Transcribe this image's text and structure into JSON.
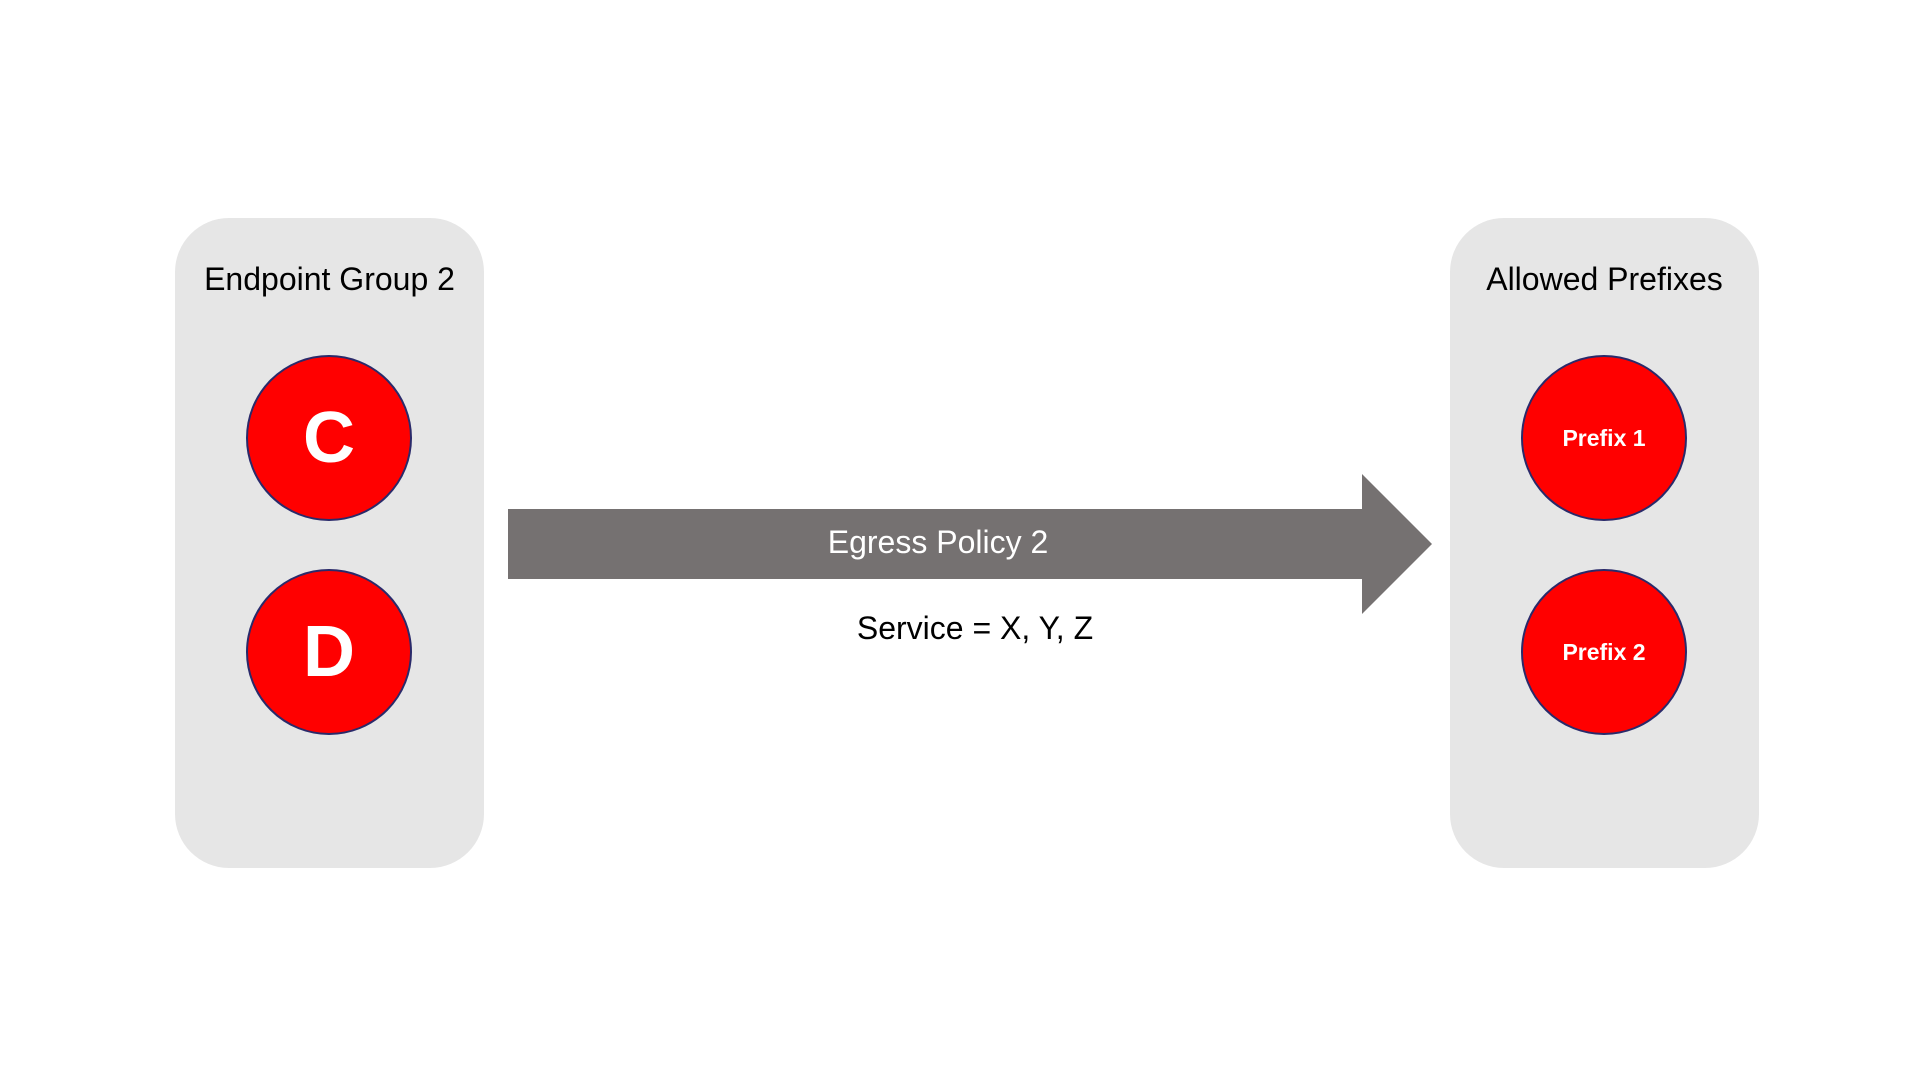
{
  "diagram": {
    "left_group": {
      "title": "Endpoint Group 2",
      "nodes": [
        "C",
        "D"
      ]
    },
    "right_group": {
      "title": "Allowed Prefixes",
      "nodes": [
        "Prefix 1",
        "Prefix 2"
      ]
    },
    "arrow": {
      "label": "Egress Policy 2",
      "sublabel": "Service = X, Y, Z"
    },
    "colors": {
      "node_fill": "#ff0000",
      "node_border": "#2a2a6a",
      "group_fill": "#e6e6e6",
      "arrow_fill": "#757171"
    }
  }
}
